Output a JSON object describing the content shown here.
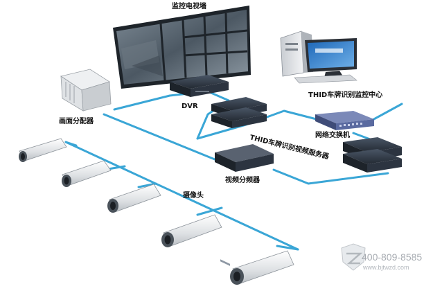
{
  "labels": {
    "video_wall": "监控电视墙",
    "matrix": "画面分配器",
    "dvr": "DVR",
    "monitor_center": "THID车牌识别监控中心",
    "switch": "网络交换机",
    "video_server": "THID车牌识别视频服务器",
    "video_splitter": "视频分频器",
    "cameras": "摄像头"
  },
  "watermark": {
    "phone": "400-809-8585",
    "url": "www.bjtwzd.com"
  },
  "colors": {
    "cable": "#3aa6d6",
    "device_dark": "#2c3440",
    "switch_blue": "#5a6aa0",
    "camera_body": "#e6e8ea"
  }
}
